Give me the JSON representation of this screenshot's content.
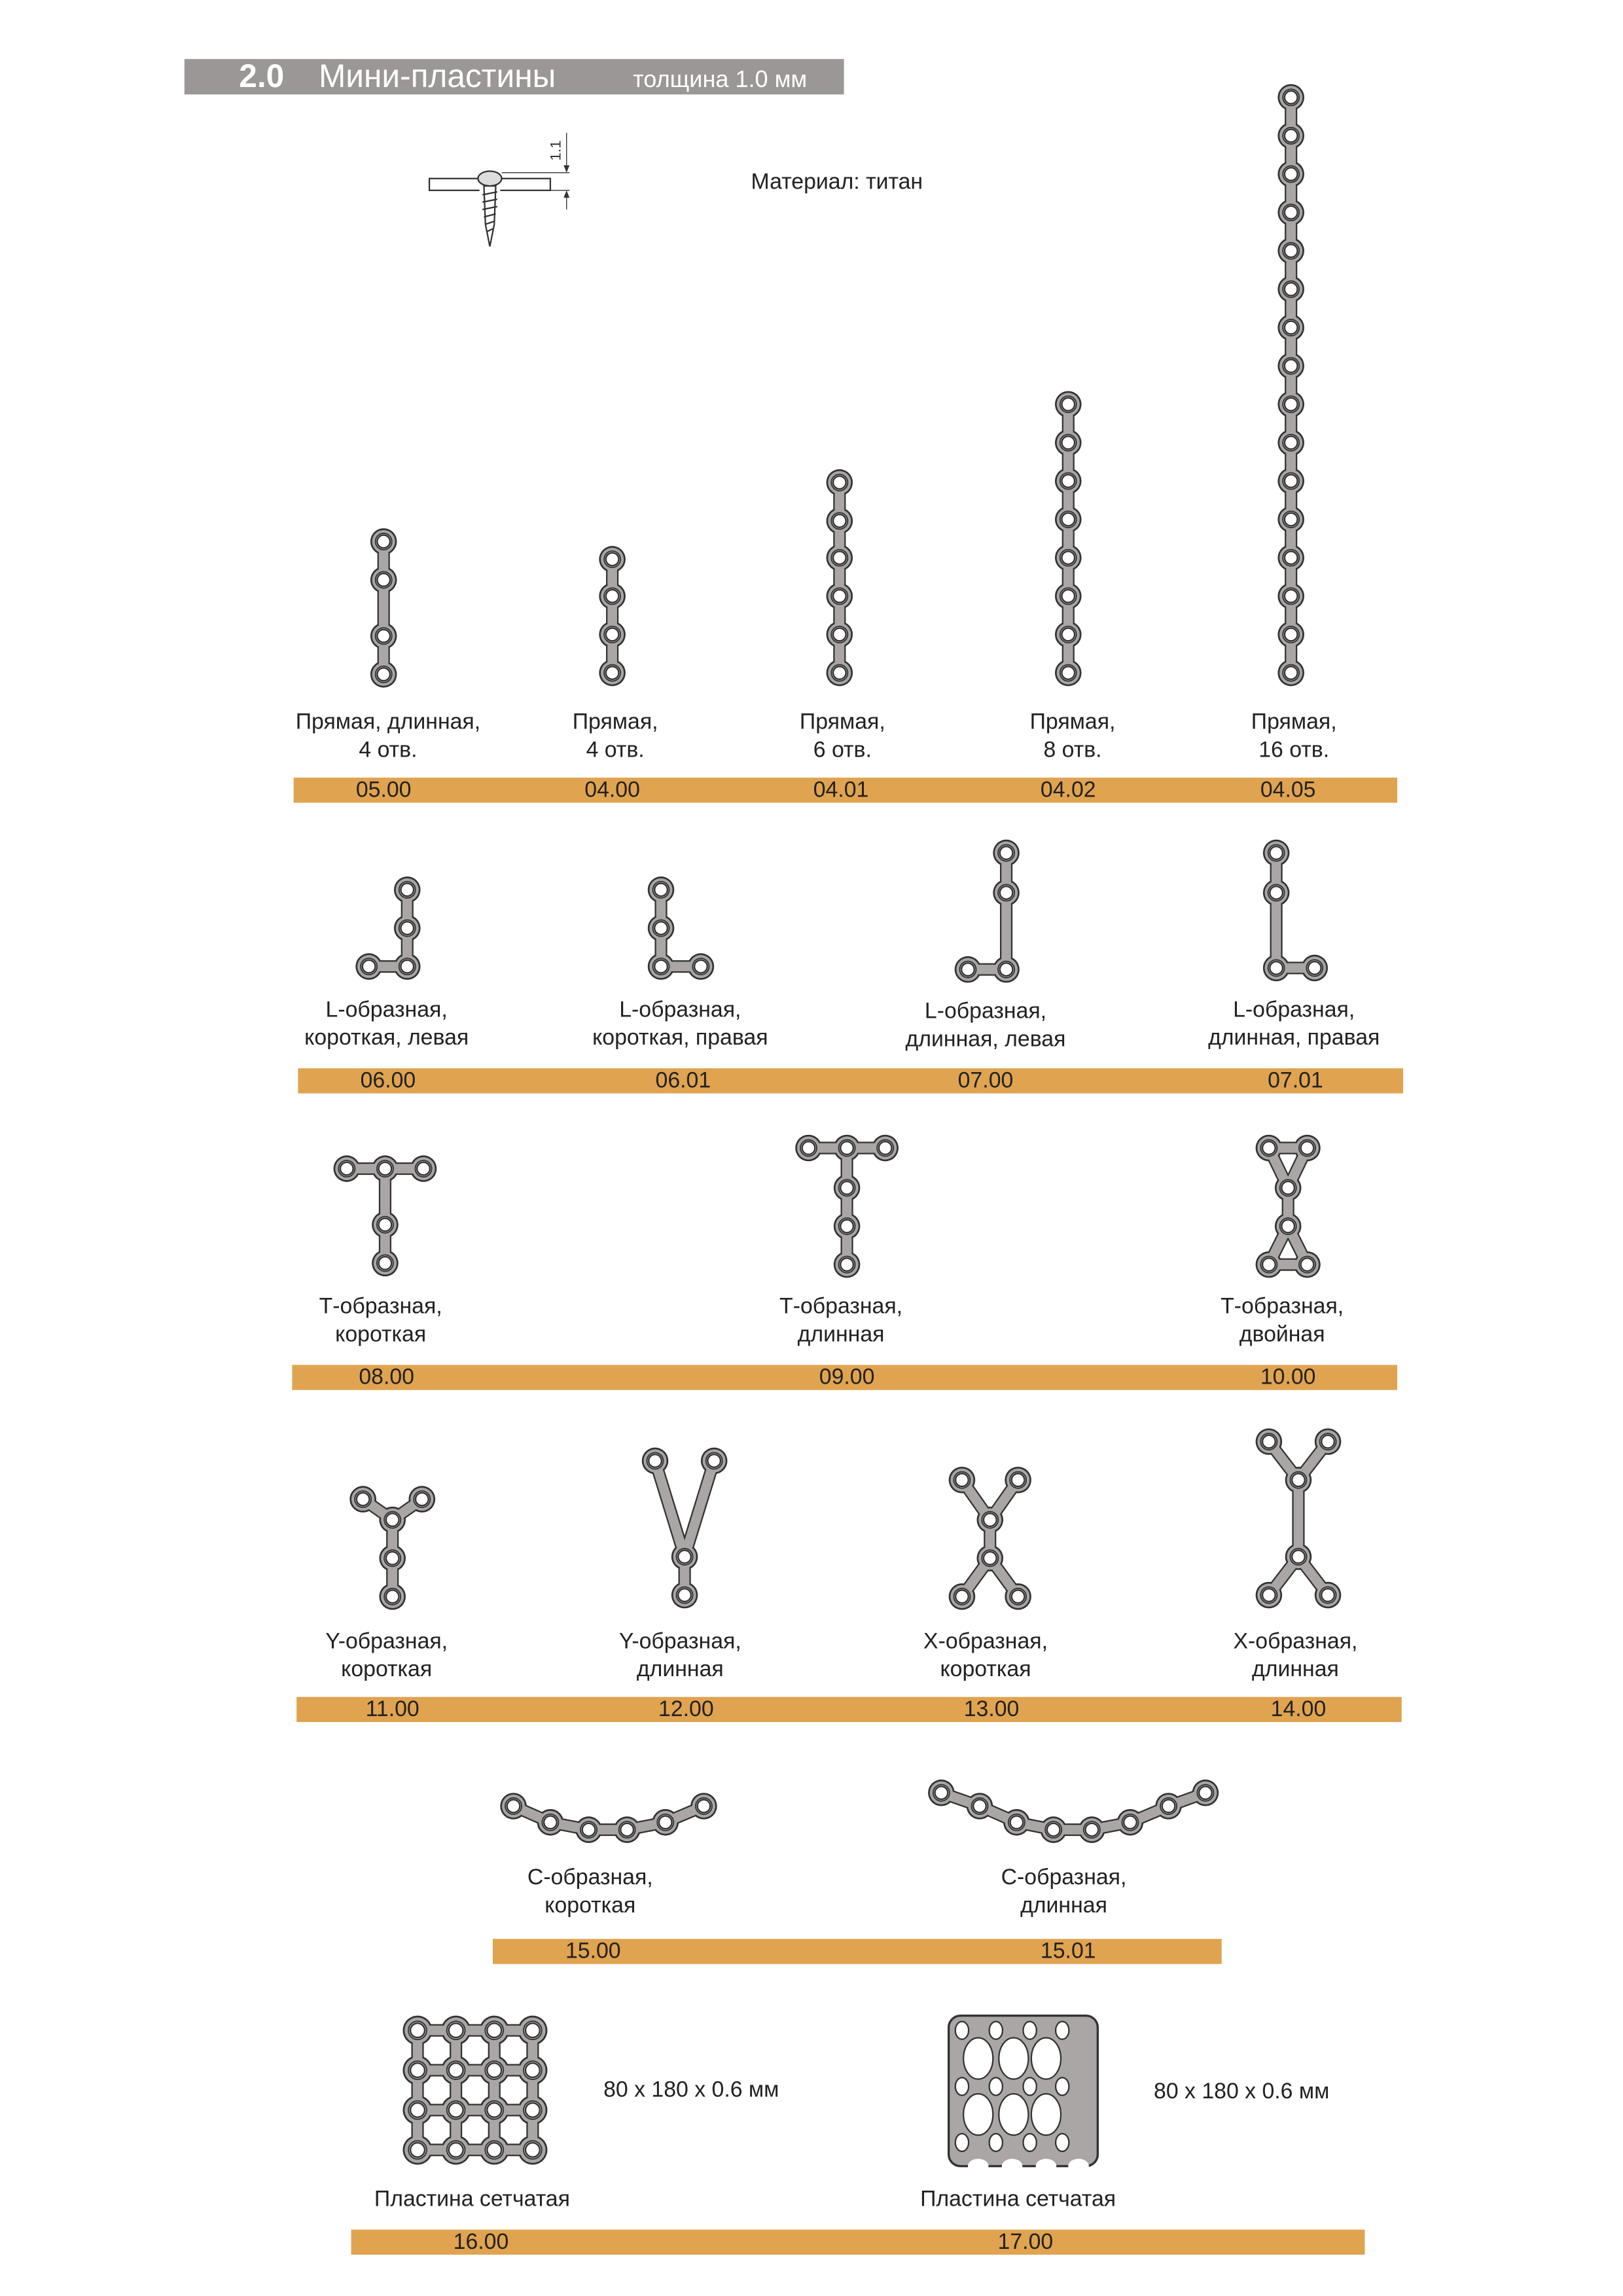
{
  "header": {
    "number": "2.0",
    "title": "Мини-пластины",
    "thickness": "толщина 1.0 мм"
  },
  "material": "Материал: титан",
  "screw_dimension": "1.1",
  "rows": [
    {
      "items": [
        {
          "line1": "Прямая, длинная,",
          "line2": "4 отв.",
          "code": "05.00"
        },
        {
          "line1": "Прямая,",
          "line2": "4 отв.",
          "code": "04.00"
        },
        {
          "line1": "Прямая,",
          "line2": "6 отв.",
          "code": "04.01"
        },
        {
          "line1": "Прямая,",
          "line2": "8 отв.",
          "code": "04.02"
        },
        {
          "line1": "Прямая,",
          "line2": "16 отв.",
          "code": "04.05"
        }
      ]
    },
    {
      "items": [
        {
          "line1": "L-образная,",
          "line2": "короткая, левая",
          "code": "06.00"
        },
        {
          "line1": "L-образная,",
          "line2": "короткая, правая",
          "code": "06.01"
        },
        {
          "line1": "L-образная,",
          "line2": "длинная, левая",
          "code": "07.00"
        },
        {
          "line1": "L-образная,",
          "line2": "длинная, правая",
          "code": "07.01"
        }
      ]
    },
    {
      "items": [
        {
          "line1": "Т-образная,",
          "line2": "короткая",
          "code": "08.00"
        },
        {
          "line1": "Т-образная,",
          "line2": "длинная",
          "code": "09.00"
        },
        {
          "line1": "Т-образная,",
          "line2": "двойная",
          "code": "10.00"
        }
      ]
    },
    {
      "items": [
        {
          "line1": "Y-образная,",
          "line2": "короткая",
          "code": "11.00"
        },
        {
          "line1": "Y-образная,",
          "line2": "длинная",
          "code": "12.00"
        },
        {
          "line1": "Х-образная,",
          "line2": "короткая",
          "code": "13.00"
        },
        {
          "line1": "Х-образная,",
          "line2": "длинная",
          "code": "14.00"
        }
      ]
    },
    {
      "items": [
        {
          "line1": "С-образная,",
          "line2": "короткая",
          "code": "15.00"
        },
        {
          "line1": "С-образная,",
          "line2": "длинная",
          "code": "15.01"
        }
      ]
    },
    {
      "items": [
        {
          "line1": "Пластина сетчатая",
          "dims": "80 x 180 x 0.6 мм",
          "code": "16.00"
        },
        {
          "line1": "Пластина сетчатая",
          "dims": "80 x 180 x 0.6 мм",
          "code": "17.00"
        }
      ]
    }
  ],
  "colors": {
    "header": "#9b9796",
    "code_bar": "#e0a350",
    "plate": "#a9a6a5"
  }
}
